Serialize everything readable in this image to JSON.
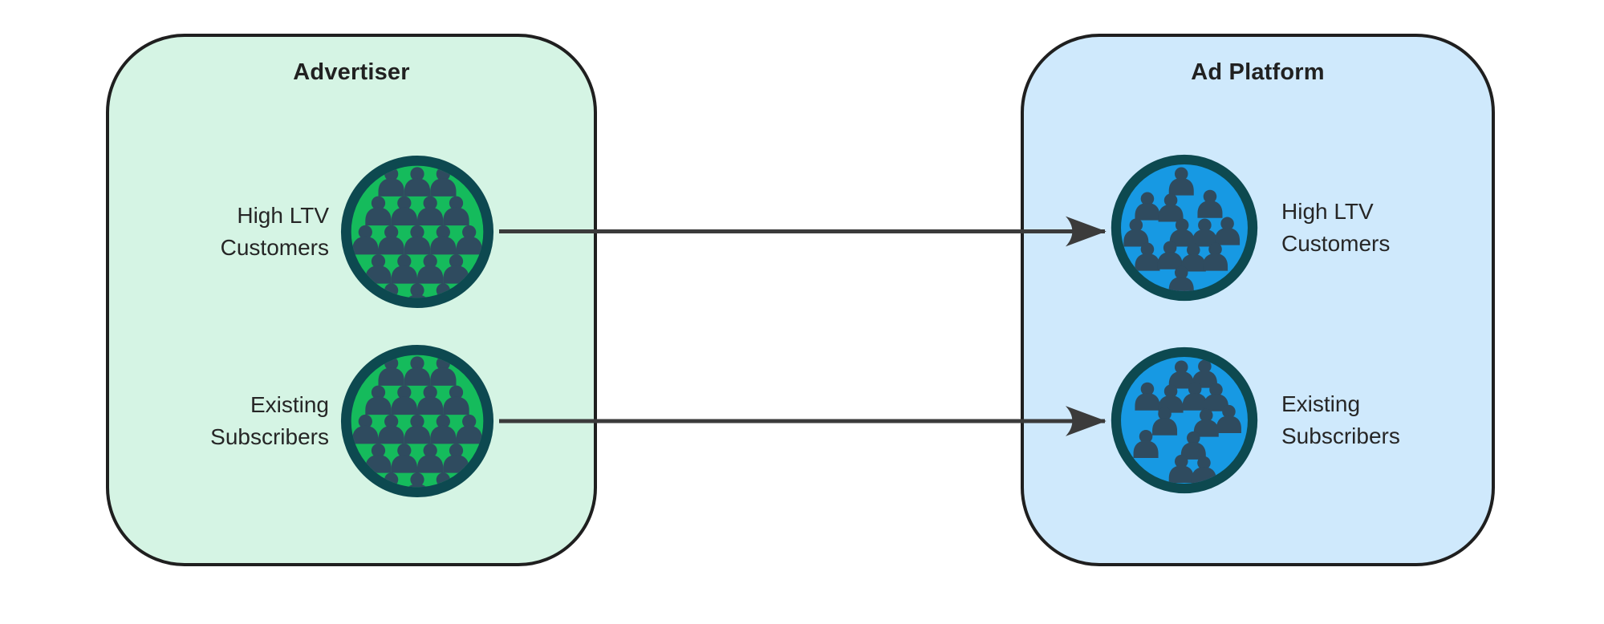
{
  "panels": [
    {
      "name": "advertiser",
      "title": "Advertiser",
      "colors": {
        "bg": "#d5f4e4",
        "circle": "#15bb5c"
      },
      "groups": [
        {
          "id": "high-ltv-customers",
          "label_lines": [
            "High LTV",
            "Customers"
          ],
          "icon": "crowd-icon",
          "crowd_style": "dense-grid",
          "people_count": 19
        },
        {
          "id": "existing-subscribers",
          "label_lines": [
            "Existing",
            "Subscribers"
          ],
          "icon": "crowd-icon",
          "crowd_style": "dense-grid",
          "people_count": 19
        }
      ]
    },
    {
      "name": "ad-platform",
      "title": "Ad Platform",
      "colors": {
        "bg": "#cfe9fc",
        "circle": "#1799e3"
      },
      "groups": [
        {
          "id": "high-ltv-customers",
          "label_lines": [
            "High LTV",
            "Customers"
          ],
          "icon": "crowd-icon",
          "crowd_style": "scattered",
          "people_count": 13
        },
        {
          "id": "existing-subscribers",
          "label_lines": [
            "Existing",
            "Subscribers"
          ],
          "icon": "crowd-icon",
          "crowd_style": "scattered",
          "people_count": 13
        }
      ]
    }
  ],
  "arrows": [
    {
      "from": "Advertiser / High LTV Customers",
      "to": "Ad Platform / High LTV Customers"
    },
    {
      "from": "Advertiser / Existing Subscribers",
      "to": "Ad Platform / Existing Subscribers"
    }
  ],
  "colors": {
    "page_bg": "#ffffff",
    "panel_border": "#1f1f1f",
    "circle_border": "#0d4950",
    "person": "#2f4b5f",
    "arrow": "#3b3b3b",
    "text": "#212121"
  }
}
